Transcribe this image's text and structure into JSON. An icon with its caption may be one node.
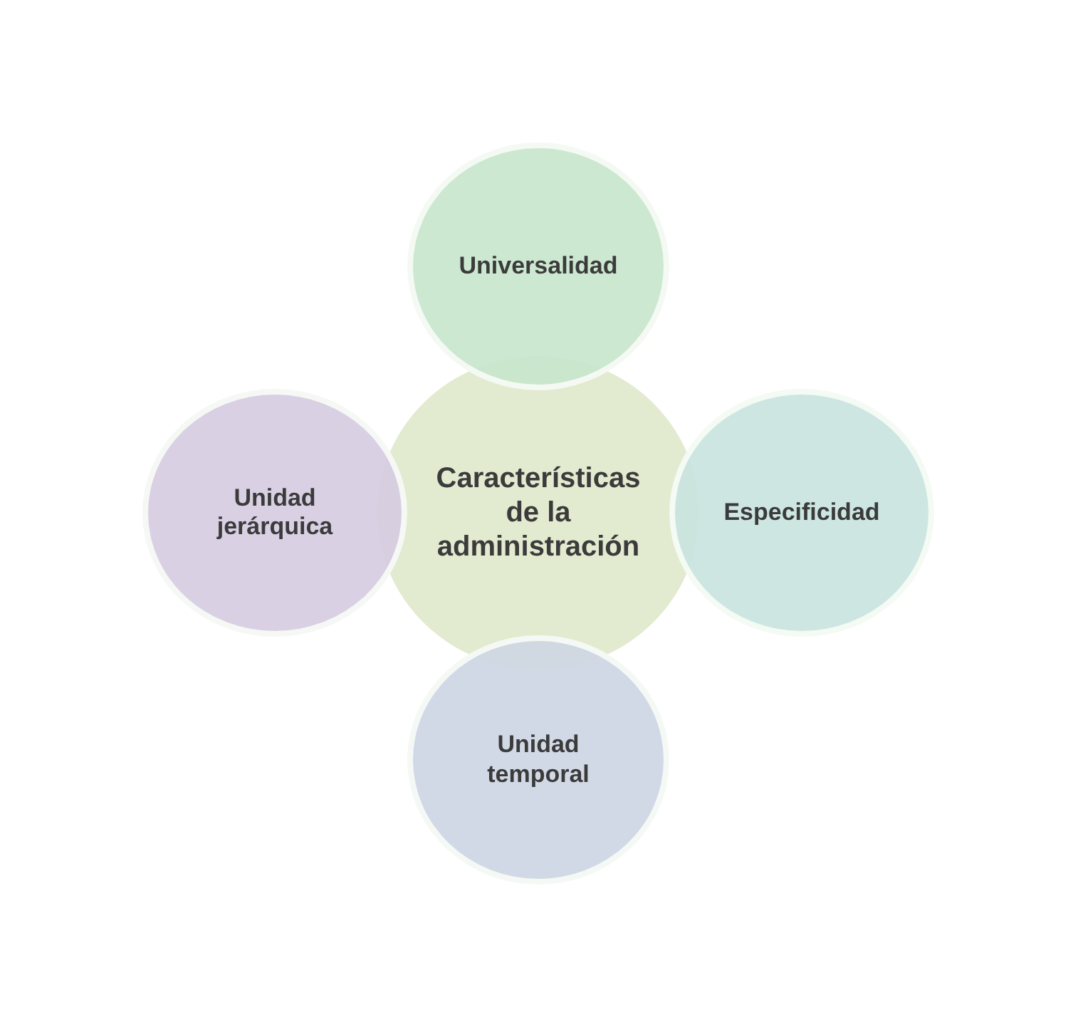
{
  "diagram": {
    "nodes": [
      {
        "text": [
          "Universalidad"
        ]
      },
      {
        "text": [
          "Unidad jerárquica"
        ]
      },
      {
        "text": [
          "Características de la administración"
        ]
      },
      {
        "text": [
          "Especificidad"
        ]
      },
      {
        "text": [
          "Unidad temporal"
        ]
      }
    ]
  }
}
